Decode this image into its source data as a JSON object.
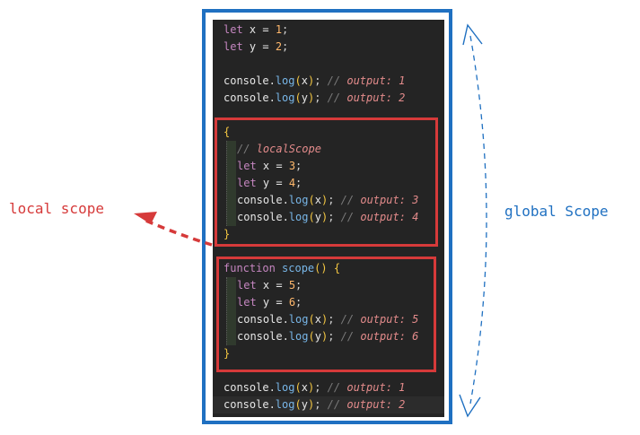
{
  "labels": {
    "local": "local scope",
    "global": "global Scope"
  },
  "code": {
    "l1": {
      "kw": "let",
      "rest": " x = ",
      "num": "1",
      "end": ";"
    },
    "l2": {
      "kw": "let",
      "rest": " y = ",
      "num": "2",
      "end": ";"
    },
    "l3": {
      "obj": "console.",
      "fn": "log",
      "arg": "x",
      "end": ";",
      "cm": "//",
      "out": "output: 1"
    },
    "l4": {
      "obj": "console.",
      "fn": "log",
      "arg": "y",
      "end": ";",
      "cm": "//",
      "out": "output: 2"
    },
    "b_open": "{",
    "b_comment": {
      "cm": "//",
      "text": "localScope"
    },
    "b1": {
      "kw": "let",
      "rest": " x = ",
      "num": "3",
      "end": ";"
    },
    "b2": {
      "kw": "let",
      "rest": " y = ",
      "num": "4",
      "end": ";"
    },
    "b3": {
      "obj": "console.",
      "fn": "log",
      "arg": "x",
      "end": ";",
      "cm": "//",
      "out": "output: 3"
    },
    "b4": {
      "obj": "console.",
      "fn": "log",
      "arg": "y",
      "end": ";",
      "cm": "//",
      "out": "output: 4"
    },
    "b_close": "}",
    "f_head": {
      "kw": "function",
      "name": "scope",
      "open": "{"
    },
    "f1": {
      "kw": "let",
      "rest": " x = ",
      "num": "5",
      "end": ";"
    },
    "f2": {
      "kw": "let",
      "rest": " y = ",
      "num": "6",
      "end": ";"
    },
    "f3": {
      "obj": "console.",
      "fn": "log",
      "arg": "x",
      "end": ";",
      "cm": "//",
      "out": "output: 5"
    },
    "f4": {
      "obj": "console.",
      "fn": "log",
      "arg": "y",
      "end": ";",
      "cm": "//",
      "out": "output: 6"
    },
    "f_close": "}",
    "e1": {
      "obj": "console.",
      "fn": "log",
      "arg": "x",
      "end": ";",
      "cm": "//",
      "out": "output: 1"
    },
    "e2": {
      "obj": "console.",
      "fn": "log",
      "arg": "y",
      "end": ";",
      "cm": "//",
      "out": "output: 2"
    }
  },
  "colors": {
    "global_frame": "#1f70c1",
    "local_box": "#d63a3a",
    "editor_bg": "#242424"
  }
}
